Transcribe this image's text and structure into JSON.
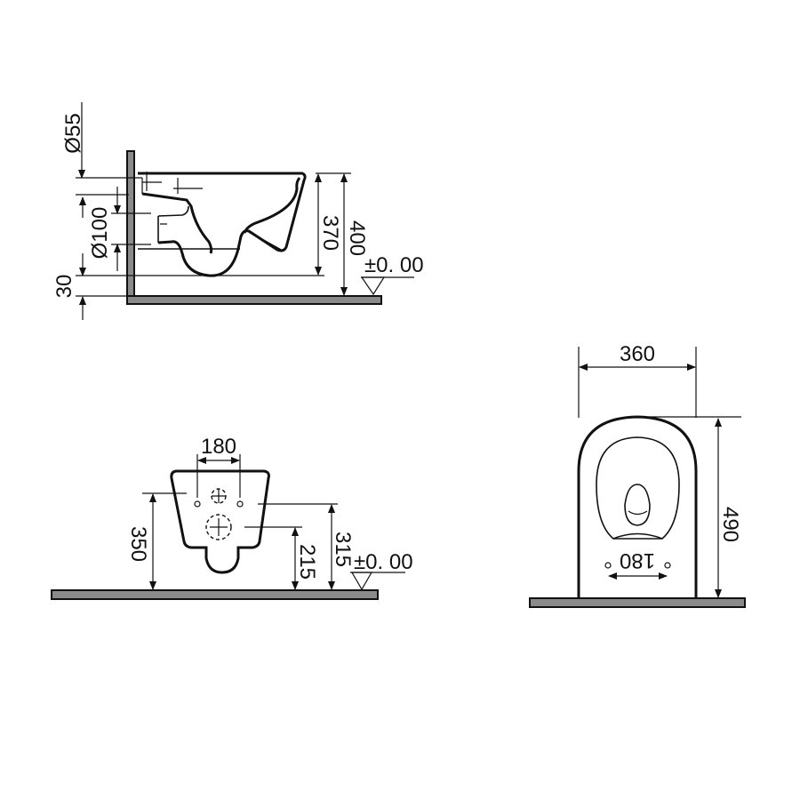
{
  "side_view": {
    "dims": {
      "drain_diameter": "Ø55",
      "inlet_diameter": "Ø100",
      "floor_gap": "30",
      "bowl_height": "370",
      "total_height": "400",
      "level": "±0. 00"
    }
  },
  "rear_view": {
    "dims": {
      "bolt_spacing": "180",
      "height_top": "350",
      "height_bolts": "315",
      "height_outlet": "215",
      "level": "±0. 00"
    }
  },
  "front_view": {
    "dims": {
      "width": "360",
      "depth": "490",
      "fix_spacing": "180"
    }
  }
}
